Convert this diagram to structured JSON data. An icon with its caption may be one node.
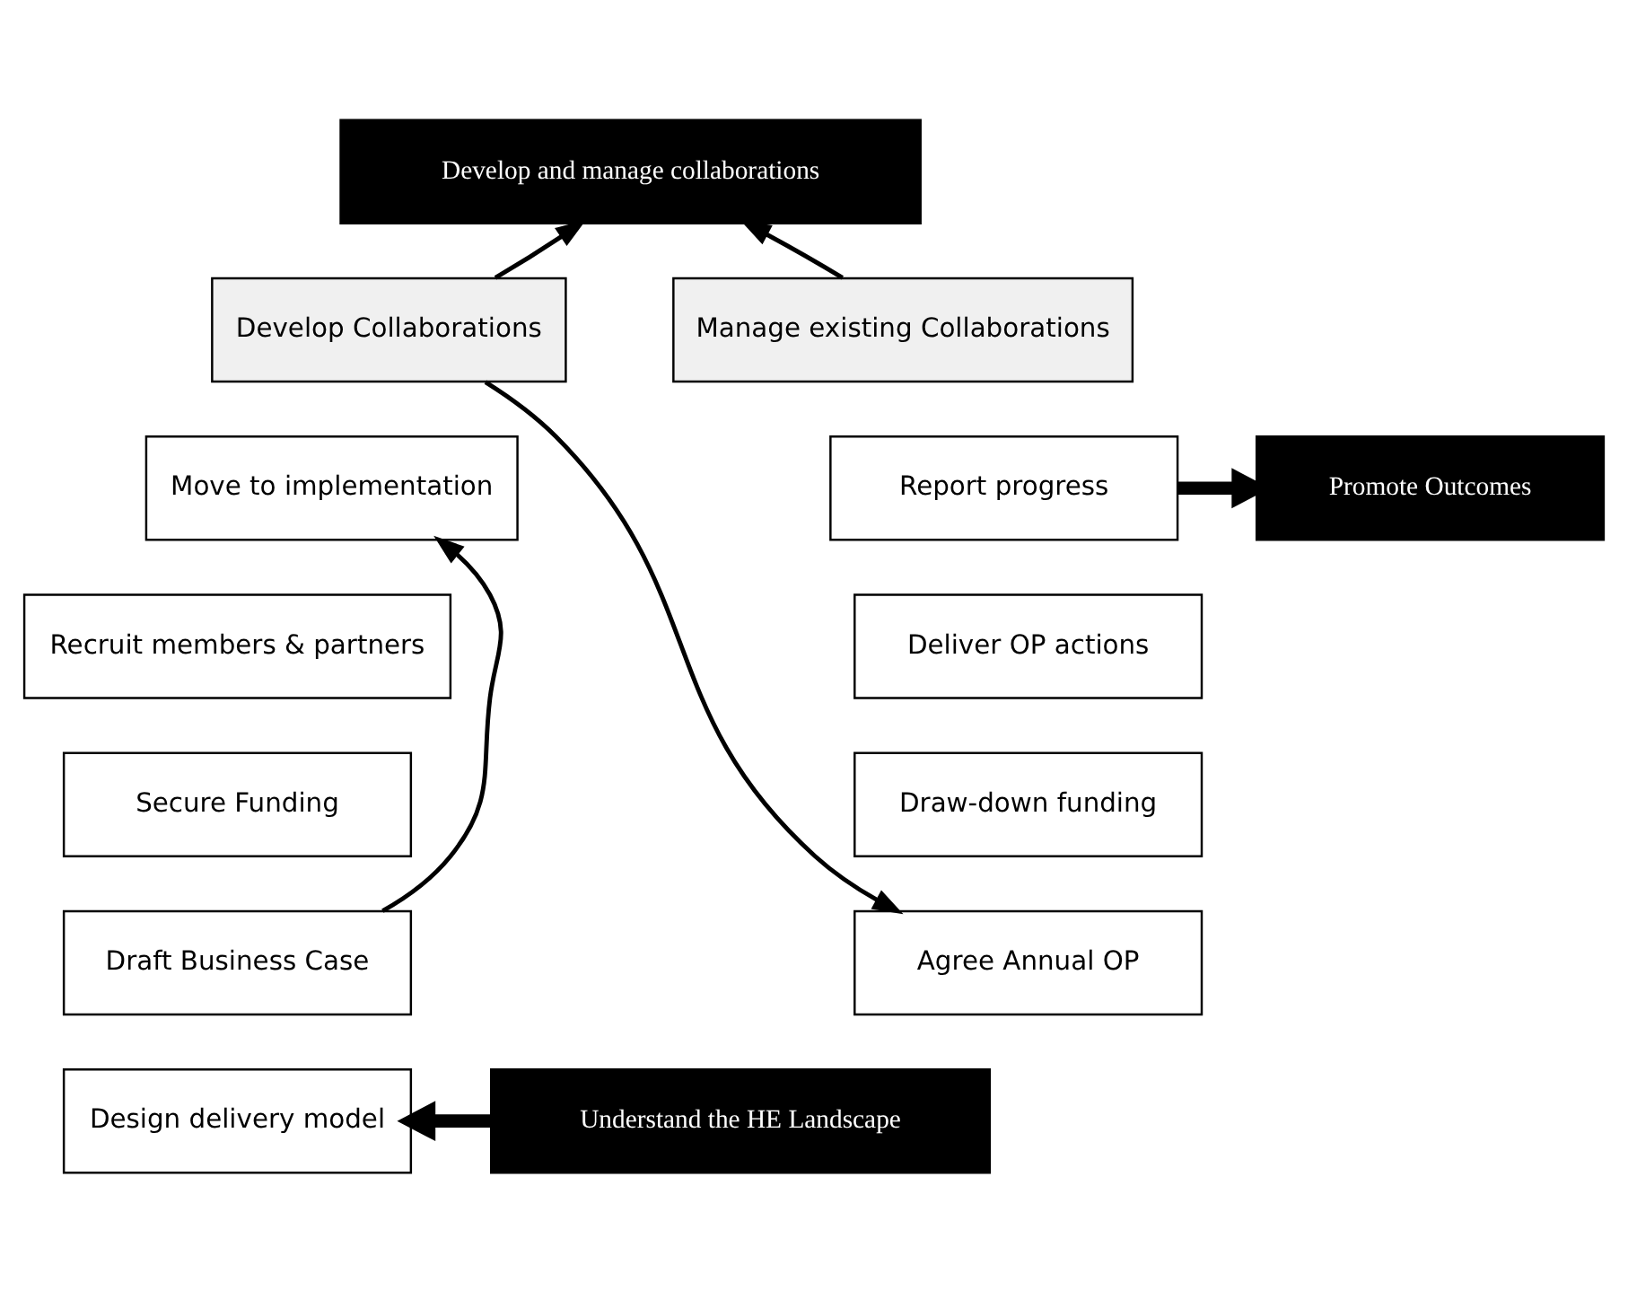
{
  "diagram": {
    "nodes": [
      {
        "text": [
          "Develop and manage collaborations"
        ]
      },
      {
        "text": [
          "Develop Collaborations"
        ]
      },
      {
        "text": [
          "Manage existing Collaborations"
        ]
      },
      {
        "text": [
          "Move to implementation"
        ]
      },
      {
        "text": [
          "Recruit members & partners"
        ]
      },
      {
        "text": [
          "Secure Funding"
        ]
      },
      {
        "text": [
          "Draft Business Case"
        ]
      },
      {
        "text": [
          "Design delivery model"
        ]
      },
      {
        "text": [
          "Report progress"
        ]
      },
      {
        "text": [
          "Deliver OP actions"
        ]
      },
      {
        "text": [
          "Draw-down funding"
        ]
      },
      {
        "text": [
          "Agree Annual OP"
        ]
      },
      {
        "text": [
          "Understand the HE Landscape"
        ]
      },
      {
        "text": [
          "Promote Outcomes"
        ]
      }
    ],
    "edges": [
      {
        "from": 1,
        "to": 0,
        "arrow": "to"
      },
      {
        "from": 2,
        "to": 0,
        "arrow": "to"
      },
      {
        "from": 1,
        "to": 11,
        "arrow": "to"
      },
      {
        "from": 6,
        "to": 3,
        "arrow": "to"
      },
      {
        "from": 12,
        "to": 7,
        "arrow": "to",
        "style": "thick"
      },
      {
        "from": 8,
        "to": 13,
        "arrow": "to",
        "style": "thick"
      }
    ]
  }
}
